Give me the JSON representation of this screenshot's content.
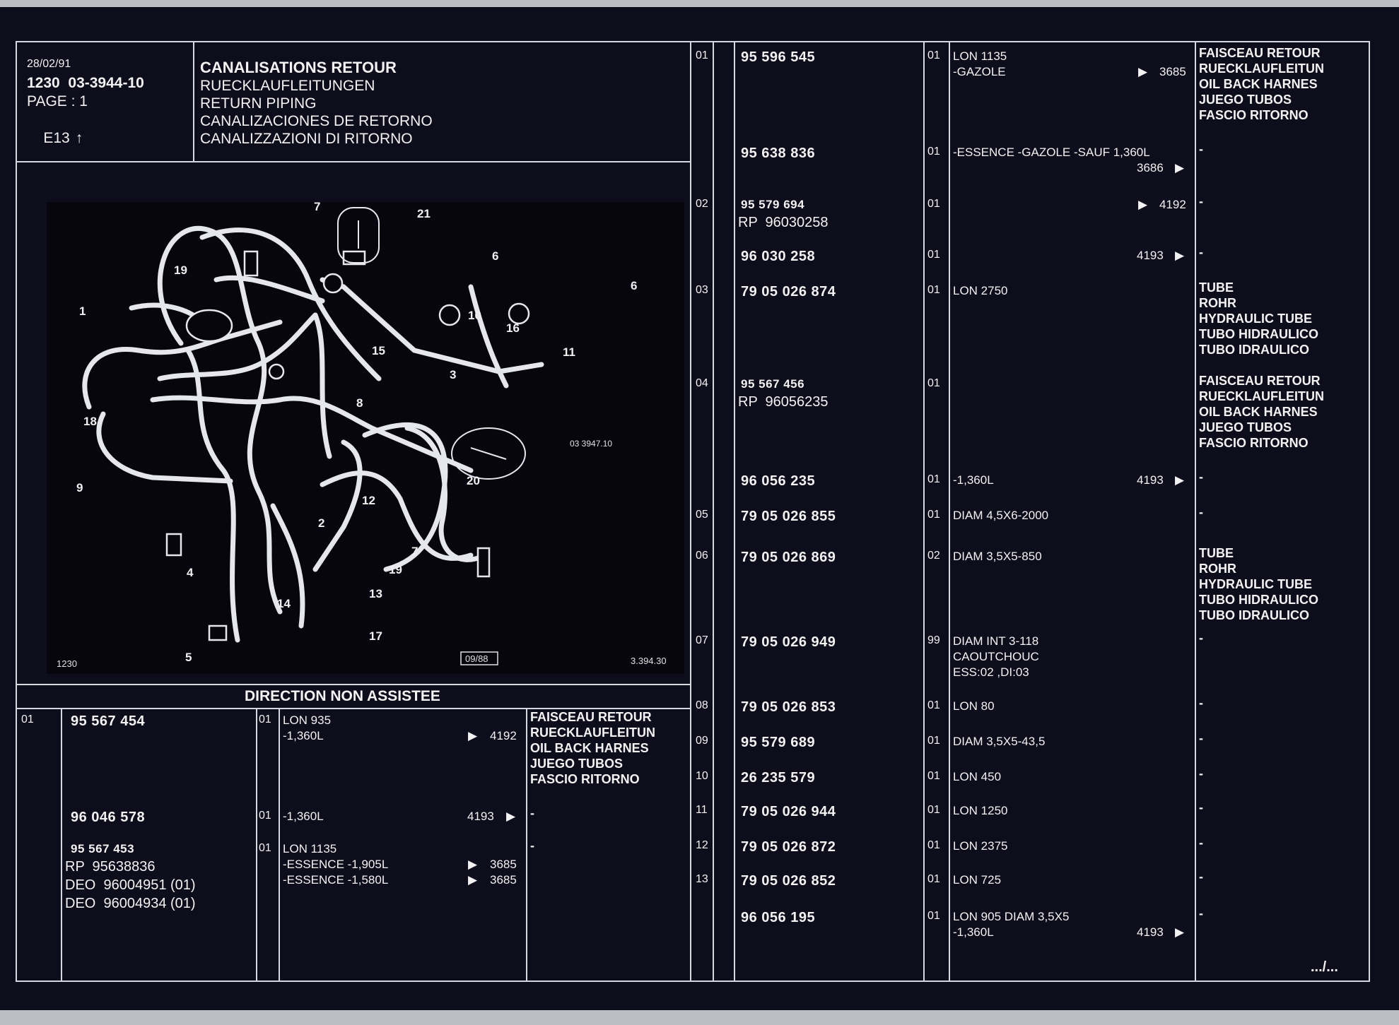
{
  "header": {
    "date": "28/02/91",
    "code": "1230  03-3944-10",
    "page": "PAGE : 1",
    "grid_ref": "E13",
    "title_fr": "CANALISATIONS RETOUR",
    "title_de": "RUECKLAUFLEITUNGEN",
    "title_en": "RETURN PIPING",
    "title_es": "CANALIZACIONES DE RETORNO",
    "title_it": "CANALIZZAZIONI DI RITORNO"
  },
  "diagram": {
    "group_code": "1230",
    "stamp": "09/88",
    "ref": "3.394.30",
    "inset_ref": "03 3947.10",
    "callouts": [
      "1",
      "2",
      "3",
      "4",
      "5",
      "6",
      "6",
      "7",
      "7",
      "8",
      "9",
      "10",
      "11",
      "12",
      "13",
      "14",
      "15",
      "16",
      "17",
      "18",
      "19",
      "19",
      "20",
      "21"
    ]
  },
  "section_title": "DIRECTION NON ASSISTEE",
  "left_table": [
    {
      "row": "01",
      "ref": "95 567 454",
      "ref_sub": [],
      "qty": "01",
      "desc": [
        "LON 935",
        "-1,360L"
      ],
      "code": "4192",
      "arrow": "left",
      "lang": [
        "FAISCEAU RETOUR",
        "RUECKLAUFLEITUN",
        "OIL BACK HARNES",
        "JUEGO TUBOS",
        "FASCIO RITORNO"
      ]
    },
    {
      "row": "",
      "ref": "96 046 578",
      "ref_sub": [],
      "qty": "01",
      "desc": [
        "-1,360L"
      ],
      "code": "4193",
      "arrow": "right",
      "lang": [
        "-"
      ]
    },
    {
      "row": "",
      "ref": "95 567 453",
      "ref_sub": [
        "RP  95638836",
        "DEO  96004951 (01)",
        "DEO  96004934 (01)"
      ],
      "qty": "01",
      "desc": [
        "LON 1135",
        "-ESSENCE -1,905L",
        "-ESSENCE -1,580L"
      ],
      "code": "3685",
      "code2": "3685",
      "arrow": "left",
      "lang": [
        "-"
      ]
    }
  ],
  "right_table": [
    {
      "row": "01",
      "ref": "95 596 545",
      "ref_sub": [],
      "qty": "01",
      "desc": [
        "LON 1135",
        "-GAZOLE"
      ],
      "code": "3685",
      "arrow": "left",
      "lang": [
        "FAISCEAU RETOUR",
        "RUECKLAUFLEITUN",
        "OIL BACK HARNES",
        "JUEGO TUBOS",
        "FASCIO RITORNO"
      ]
    },
    {
      "row": "",
      "ref": "95 638 836",
      "ref_sub": [],
      "qty": "01",
      "desc": [
        "-ESSENCE -GAZOLE -SAUF 1,360L"
      ],
      "code": "3686",
      "arrow": "right",
      "lang": [
        "-"
      ]
    },
    {
      "row": "02",
      "ref": "95 579 694",
      "ref_sub": [
        "RP  96030258"
      ],
      "qty": "01",
      "desc": [],
      "code": "4192",
      "arrow": "left",
      "lang": [
        "-"
      ]
    },
    {
      "row": "",
      "ref": "96 030 258",
      "ref_sub": [],
      "qty": "01",
      "desc": [],
      "code": "4193",
      "arrow": "right",
      "lang": [
        "-"
      ]
    },
    {
      "row": "03",
      "ref": "79 05 026 874",
      "ref_sub": [],
      "qty": "01",
      "desc": [
        "LON 2750"
      ],
      "code": "",
      "arrow": "",
      "lang": [
        "TUBE",
        "ROHR",
        "HYDRAULIC TUBE",
        "TUBO HIDRAULICO",
        "TUBO IDRAULICO"
      ]
    },
    {
      "row": "04",
      "ref": "95 567 456",
      "ref_sub": [
        "RP  96056235"
      ],
      "qty": "01",
      "desc": [],
      "code": "",
      "arrow": "",
      "lang": [
        "FAISCEAU RETOUR",
        "RUECKLAUFLEITUN",
        "OIL BACK HARNES",
        "JUEGO TUBOS",
        "FASCIO RITORNO"
      ]
    },
    {
      "row": "",
      "ref": "96 056 235",
      "ref_sub": [],
      "qty": "01",
      "desc": [
        "-1,360L"
      ],
      "code": "4193",
      "arrow": "right",
      "lang": [
        "-"
      ]
    },
    {
      "row": "05",
      "ref": "79 05 026 855",
      "ref_sub": [],
      "qty": "01",
      "desc": [
        "DIAM 4,5X6-2000"
      ],
      "code": "",
      "arrow": "",
      "lang": [
        "-"
      ]
    },
    {
      "row": "06",
      "ref": "79 05 026 869",
      "ref_sub": [],
      "qty": "02",
      "desc": [
        "DIAM 3,5X5-850"
      ],
      "code": "",
      "arrow": "",
      "lang": [
        "TUBE",
        "ROHR",
        "HYDRAULIC TUBE",
        "TUBO HIDRAULICO",
        "TUBO IDRAULICO"
      ]
    },
    {
      "row": "07",
      "ref": "79 05 026 949",
      "ref_sub": [],
      "qty": "99",
      "desc": [
        "DIAM INT 3-118",
        "CAOUTCHOUC",
        "ESS:02 ,DI:03"
      ],
      "code": "",
      "arrow": "",
      "lang": [
        "-"
      ]
    },
    {
      "row": "08",
      "ref": "79 05 026 853",
      "ref_sub": [],
      "qty": "01",
      "desc": [
        "LON 80"
      ],
      "code": "",
      "arrow": "",
      "lang": [
        "-"
      ]
    },
    {
      "row": "09",
      "ref": "95 579 689",
      "ref_sub": [],
      "qty": "01",
      "desc": [
        "DIAM 3,5X5-43,5"
      ],
      "code": "",
      "arrow": "",
      "lang": [
        "-"
      ]
    },
    {
      "row": "10",
      "ref": "26 235 579",
      "ref_sub": [],
      "qty": "01",
      "desc": [
        "LON 450"
      ],
      "code": "",
      "arrow": "",
      "lang": [
        "-"
      ]
    },
    {
      "row": "11",
      "ref": "79 05 026 944",
      "ref_sub": [],
      "qty": "01",
      "desc": [
        "LON 1250"
      ],
      "code": "",
      "arrow": "",
      "lang": [
        "-"
      ]
    },
    {
      "row": "12",
      "ref": "79 05 026 872",
      "ref_sub": [],
      "qty": "01",
      "desc": [
        "LON 2375"
      ],
      "code": "",
      "arrow": "",
      "lang": [
        "-"
      ]
    },
    {
      "row": "13",
      "ref": "79 05 026 852",
      "ref_sub": [],
      "qty": "01",
      "desc": [
        "LON 725"
      ],
      "code": "",
      "arrow": "",
      "lang": [
        "-"
      ]
    },
    {
      "row": "",
      "ref": "96 056 195",
      "ref_sub": [],
      "qty": "01",
      "desc": [
        "LON 905 DIAM 3,5X5",
        "-1,360L"
      ],
      "code": "4193",
      "arrow": "right",
      "lang": [
        "-"
      ]
    }
  ],
  "footer_continue": ".../..."
}
